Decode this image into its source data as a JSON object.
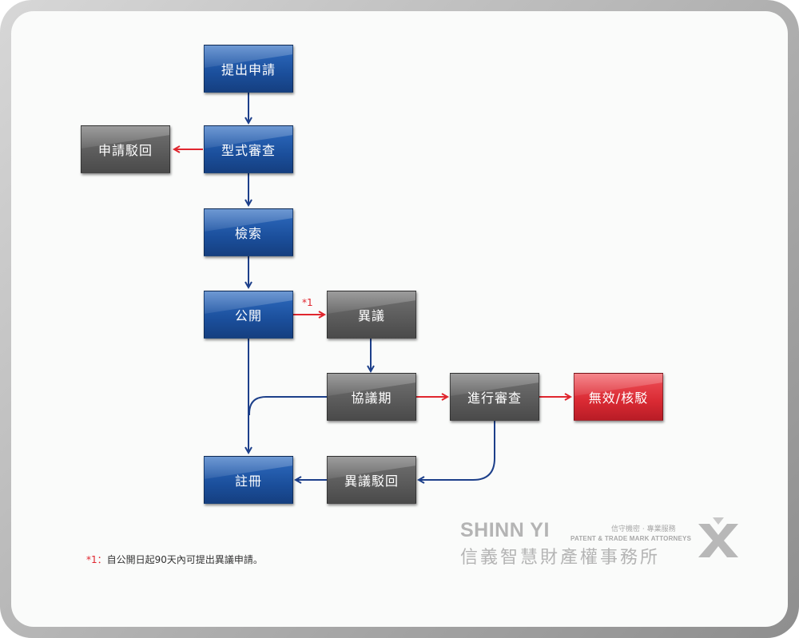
{
  "nodes": {
    "apply": "提出申請",
    "formal_review": "型式審查",
    "apply_rejected": "申請駁回",
    "search": "檢索",
    "publication": "公開",
    "opposition": "異議",
    "negotiation_period": "協議期",
    "review": "進行審查",
    "invalid": "無效/核駁",
    "registration": "註冊",
    "opposition_rejected": "異議駁回"
  },
  "annotation": "*1",
  "footnote": {
    "mark": "*1：",
    "text": "自公開日起90天內可提出異議申請。"
  },
  "brand": {
    "name_en": "SHINN YI",
    "tagline_cn": "信守機密 · 專業服務",
    "tagline_en": "PATENT & TRADE MARK ATTORNEYS",
    "name_cn": "信義智慧財產權事務所"
  },
  "colors": {
    "blue_node": "#1b4f9c",
    "gray_node": "#5a5a5a",
    "red_node": "#d92a33",
    "flow_arrow": "#1c3f8a",
    "reject_arrow": "#e0262e"
  }
}
